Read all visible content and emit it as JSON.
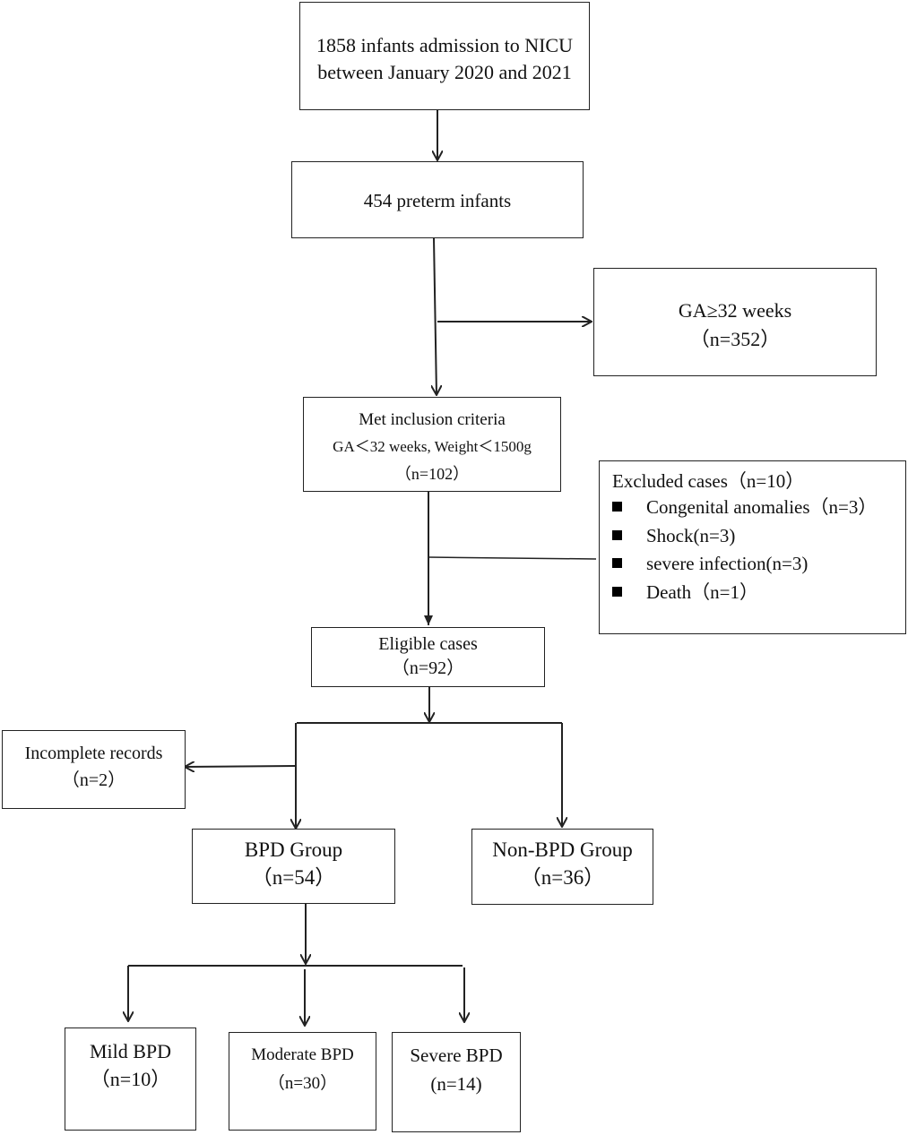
{
  "flow": {
    "admission": {
      "line1": "1858 infants admission to NICU",
      "line2": "between January 2020 and 2021"
    },
    "preterm": {
      "label": "454 preterm infants"
    },
    "ga_excluded": {
      "line1": "GA≥32 weeks",
      "line2": "（n=352）"
    },
    "inclusion": {
      "line1": "Met inclusion criteria",
      "line2": "GA＜32 weeks, Weight＜1500g",
      "line3": "（n=102）"
    },
    "excluded": {
      "title": "Excluded cases（n=10）",
      "items": [
        "Congenital anomalies（n=3）",
        "Shock(n=3)",
        "severe infection(n=3)",
        "Death（n=1）"
      ]
    },
    "eligible": {
      "line1": "Eligible cases",
      "line2": "（n=92）"
    },
    "incomplete": {
      "line1": "Incomplete records",
      "line2": "（n=2）"
    },
    "bpd": {
      "line1": "BPD Group",
      "line2": "（n=54）"
    },
    "non_bpd": {
      "line1": "Non-BPD Group",
      "line2": "（n=36）"
    },
    "mild": {
      "line1": "Mild BPD",
      "line2": "（n=10）"
    },
    "moderate": {
      "line1": "Moderate BPD",
      "line2": "（n=30）"
    },
    "severe": {
      "line1": "Severe BPD",
      "line2": "(n=14)"
    }
  }
}
